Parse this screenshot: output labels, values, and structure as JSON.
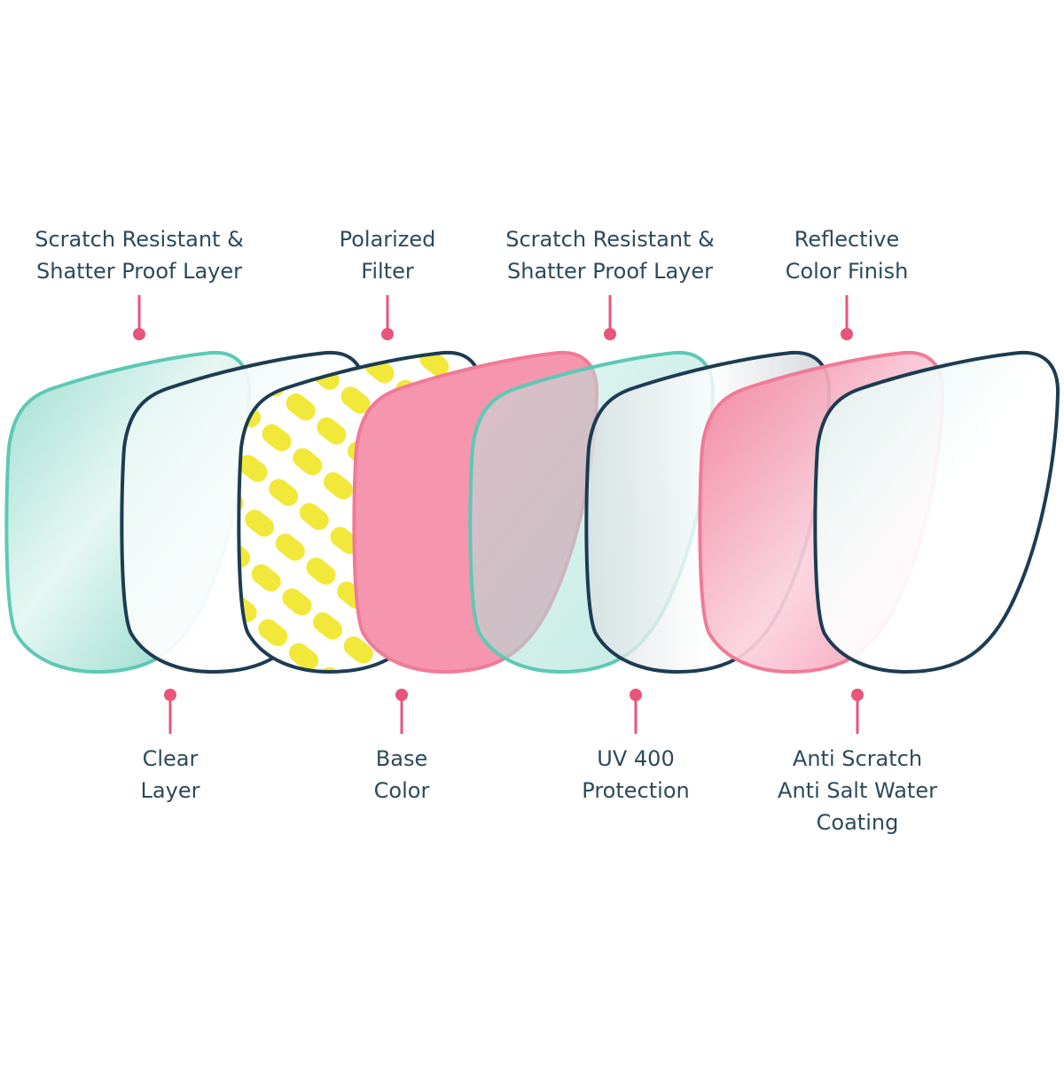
{
  "colors": {
    "teal": "#5cc9b4",
    "teal_fill": "#c9ede6",
    "navy": "#1d3c52",
    "yellow": "#f1e83a",
    "pink": "#f07a98",
    "pink_fill": "#f595ae",
    "connector": "#e8557a",
    "text": "#2d4a5a"
  },
  "lens_layers": [
    {
      "name": "teal-clear",
      "stroke": "teal",
      "fill": "teal-gradient"
    },
    {
      "name": "navy-clear",
      "stroke": "navy",
      "fill": "white-gradient"
    },
    {
      "name": "polarized-pattern",
      "stroke": "navy",
      "fill": "yellow-pattern"
    },
    {
      "name": "pink-base",
      "stroke": "pink",
      "fill": "pink-solid"
    },
    {
      "name": "teal-uv",
      "stroke": "teal",
      "fill": "teal-translucent"
    },
    {
      "name": "navy-scratch",
      "stroke": "navy",
      "fill": "silver-gradient"
    },
    {
      "name": "pink-reflective",
      "stroke": "pink",
      "fill": "pink-gradient"
    },
    {
      "name": "navy-coating",
      "stroke": "navy",
      "fill": "white-gradient"
    }
  ],
  "top_labels": [
    {
      "lines": [
        "Scratch Resistant &",
        "Shatter Proof Layer"
      ]
    },
    {
      "lines": [
        "Polarized",
        "Filter"
      ]
    },
    {
      "lines": [
        "Scratch Resistant &",
        "Shatter Proof Layer"
      ]
    },
    {
      "lines": [
        "Reflective",
        "Color Finish"
      ]
    }
  ],
  "bottom_labels": [
    {
      "lines": [
        "Clear",
        "Layer"
      ]
    },
    {
      "lines": [
        "Base",
        "Color"
      ]
    },
    {
      "lines": [
        "UV 400",
        "Protection"
      ]
    },
    {
      "lines": [
        "Anti Scratch",
        "Anti Salt Water",
        "Coating"
      ]
    }
  ]
}
